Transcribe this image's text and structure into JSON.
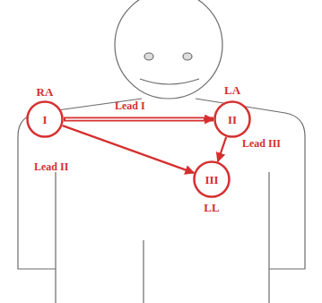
{
  "diagram": {
    "nodes": [
      {
        "text": [
          "RA",
          "I"
        ]
      },
      {
        "text": [
          "LA",
          "II"
        ]
      },
      {
        "text": [
          "III",
          "LL"
        ]
      }
    ],
    "edges": [
      {
        "from": 0,
        "to": 1,
        "arrow": "to",
        "label": "Lead I"
      },
      {
        "from": 0,
        "to": 2,
        "arrow": "to",
        "label": "Lead II"
      },
      {
        "from": 1,
        "to": 2,
        "arrow": "to",
        "label": "Lead III"
      }
    ]
  }
}
